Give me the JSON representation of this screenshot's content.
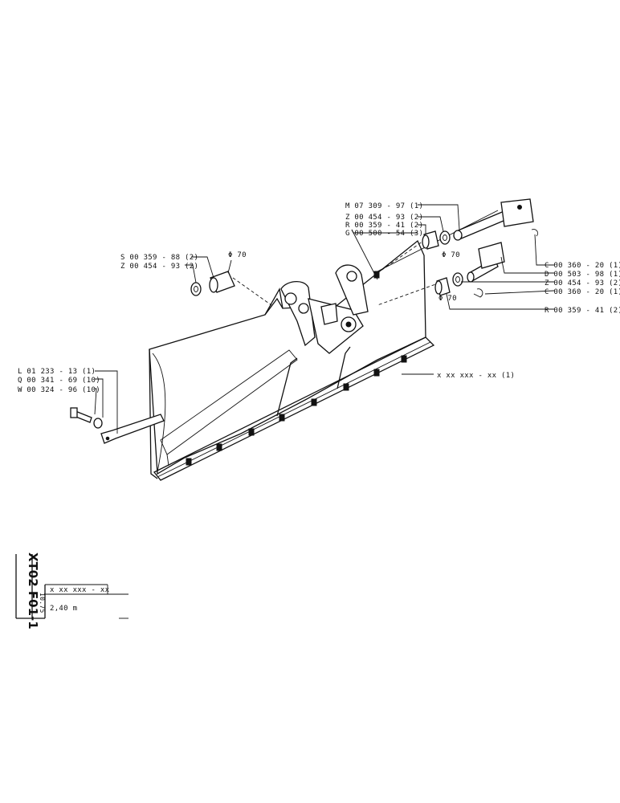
{
  "parts": [
    {
      "id": "m07309",
      "text": "M 07 309 - 97 (1)"
    },
    {
      "id": "z00454a",
      "text": "Z 00 454 - 93 (2)"
    },
    {
      "id": "r00359a",
      "text": "R 00 359 - 41 (2)"
    },
    {
      "id": "g00500",
      "text": "G 00 500 - 54 (3)"
    },
    {
      "id": "s00359",
      "text": "S 00 359 - 88 (2)"
    },
    {
      "id": "z00454b",
      "text": "Z 00 454 - 93 (2)"
    },
    {
      "id": "c00360a",
      "text": "C 00 360 - 20 (1)"
    },
    {
      "id": "d00503",
      "text": "D 00 503 - 98 (1)"
    },
    {
      "id": "z00454c",
      "text": "Z 00 454 - 93 (2)"
    },
    {
      "id": "c00360b",
      "text": "C 00 360 - 20 (1)"
    },
    {
      "id": "r00359b",
      "text": "R 00 359 - 41 (2)"
    },
    {
      "id": "l01233",
      "text": "L 01 233 - 13 (1)"
    },
    {
      "id": "q00341",
      "text": "Q 00 341 - 69 (10)"
    },
    {
      "id": "w00324",
      "text": "W 00 324 - 96 (10)"
    },
    {
      "id": "assembly",
      "text": "x  xx  xxx - xx  (1)"
    }
  ],
  "dimensions": {
    "d1": "Φ 70",
    "d2": "Φ 70",
    "d3": "Φ 70"
  },
  "title_block": {
    "drawing_code": "XT02 F01-1",
    "date": "10.75",
    "ref": "x  xx  xxx - xx",
    "width": "2,40 m"
  }
}
